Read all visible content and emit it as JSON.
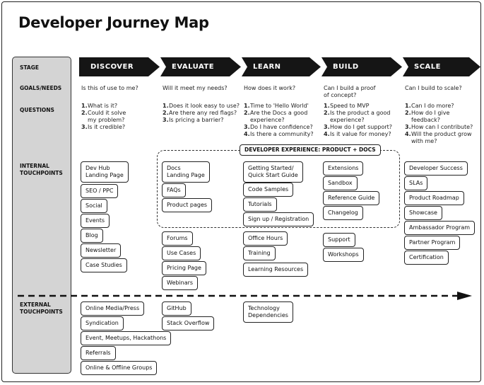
{
  "title": "Developer Journey Map",
  "row_labels": {
    "stage": "STAGE",
    "goals": "GOALS/NEEDS",
    "questions": "QUESTIONS",
    "internal": "INTERNAL\nTOUCHPOINTS",
    "external": "EXTERNAL\nTOUCHPOINTS"
  },
  "stages": [
    {
      "name": "DISCOVER",
      "goal": "Is this of use to me?",
      "questions": [
        {
          "n": "1.",
          "t": "What is it?"
        },
        {
          "n": "2.",
          "t": "Could it solve\nmy problem?"
        },
        {
          "n": "3.",
          "t": "Is it credible?"
        }
      ]
    },
    {
      "name": "EVALUATE",
      "goal": "Will it meet my needs?",
      "questions": [
        {
          "n": "1.",
          "t": "Does it look easy to use?"
        },
        {
          "n": "2.",
          "t": "Are there any red flags?"
        },
        {
          "n": "3.",
          "t": "Is pricing a barrier?"
        }
      ]
    },
    {
      "name": "LEARN",
      "goal": "How does it work?",
      "questions": [
        {
          "n": "1.",
          "t": "Time to 'Hello World'"
        },
        {
          "n": "2.",
          "t": "Are the Docs a good\nexperience?"
        },
        {
          "n": "3.",
          "t": "Do I have confidence?"
        },
        {
          "n": "4.",
          "t": "Is there a community?"
        }
      ]
    },
    {
      "name": "BUILD",
      "goal": "Can I build a proof\nof concept?",
      "questions": [
        {
          "n": "1.",
          "t": "Speed to MVP"
        },
        {
          "n": "2.",
          "t": "Is the product a good\nexperience?"
        },
        {
          "n": "3.",
          "t": "How do I get support?"
        },
        {
          "n": "4.",
          "t": "Is it value for money?"
        }
      ]
    },
    {
      "name": "SCALE",
      "goal": "Can I build to scale?",
      "questions": [
        {
          "n": "1.",
          "t": "Can I do more?"
        },
        {
          "n": "2.",
          "t": "How do I give\nfeedback?"
        },
        {
          "n": "3.",
          "t": "How can I contribute?"
        },
        {
          "n": "4.",
          "t": "Will the product grow\nwith me?"
        }
      ]
    }
  ],
  "dx_group_label": "DEVELOPER EXPERIENCE: PRODUCT + DOCS",
  "internal": {
    "discover": [
      "Dev Hub\nLanding Page",
      "SEO / PPC",
      "Social",
      "Events",
      "Blog",
      "Newsletter",
      "Case Studies"
    ],
    "evaluate": [
      "Docs\nLanding Page",
      "FAQs",
      "Product pages",
      "Forums",
      "Use Cases",
      "Pricing Page",
      "Webinars"
    ],
    "learn": [
      "Getting Started/\nQuick Start Guide",
      "Code Samples",
      "Tutorials",
      "Sign up / Registration",
      "Office Hours",
      "Training",
      "Learning Resources"
    ],
    "build": [
      "Extensions",
      "Sandbox",
      "Reference Guide",
      "Changelog",
      "Support",
      "Workshops"
    ],
    "scale": [
      "Developer Success",
      "SLAs",
      "Product Roadmap",
      "Showcase",
      "Ambassador Program",
      "Partner Program",
      "Certification"
    ]
  },
  "external": {
    "discover": [
      "Online Media/Press",
      "Syndication",
      "Event, Meetups, Hackathons",
      "Referrals",
      "Online & Offline Groups"
    ],
    "evaluate": [
      "GitHub",
      "Stack Overflow"
    ],
    "learn": [
      "Technology\nDependencies"
    ]
  }
}
